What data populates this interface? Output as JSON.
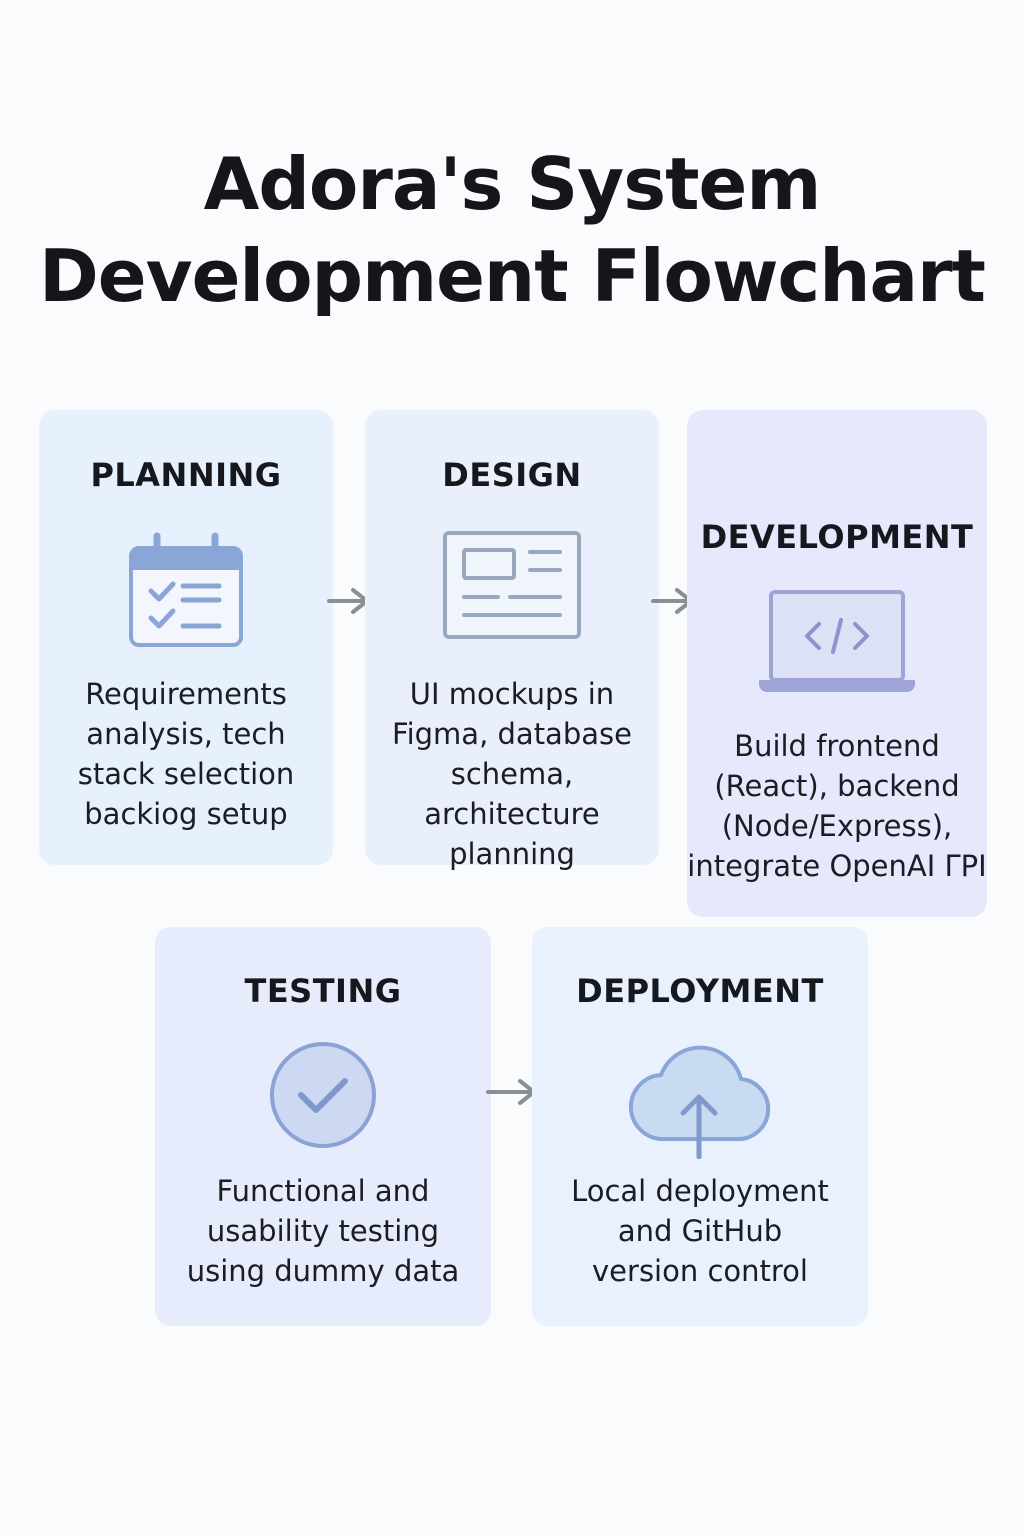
{
  "title": {
    "line1": "Adora's System",
    "line2": "Development Flowchart"
  },
  "colors": {
    "planning_bg": "#e7f0fd",
    "design_bg": "#eaf0fb",
    "development_bg": "#e6e8fb",
    "testing_bg": "#e6ecfb",
    "deployment_bg": "#e8f1fd",
    "icon_stroke": "#8aa6d6",
    "icon_fill": "#c9dbf3",
    "arrow": "#8a8f96"
  },
  "stages": {
    "planning": {
      "title": "PLANNING",
      "icon": "calendar-checklist-icon",
      "desc": "Requirements\nanalysis, tech\nstack selection\nbackiog setup"
    },
    "design": {
      "title": "DESIGN",
      "icon": "wireframe-mockup-icon",
      "desc": "UI mockups in\nFigma, database\nschema,\narchitecture planning"
    },
    "development": {
      "title": "DEVELOPMENT",
      "icon": "laptop-code-icon",
      "desc": "Build frontend\n(React), backend\n(Node/Express),\nintegrate OpenAI ΓPI"
    },
    "testing": {
      "title": "TESTING",
      "icon": "check-circle-icon",
      "desc": "Functional and\nusability testing\nusing dummy data"
    },
    "deployment": {
      "title": "DEPLOYMENT",
      "icon": "cloud-upload-icon",
      "desc": "Local deployment\nand GitHub\nversion control"
    }
  }
}
